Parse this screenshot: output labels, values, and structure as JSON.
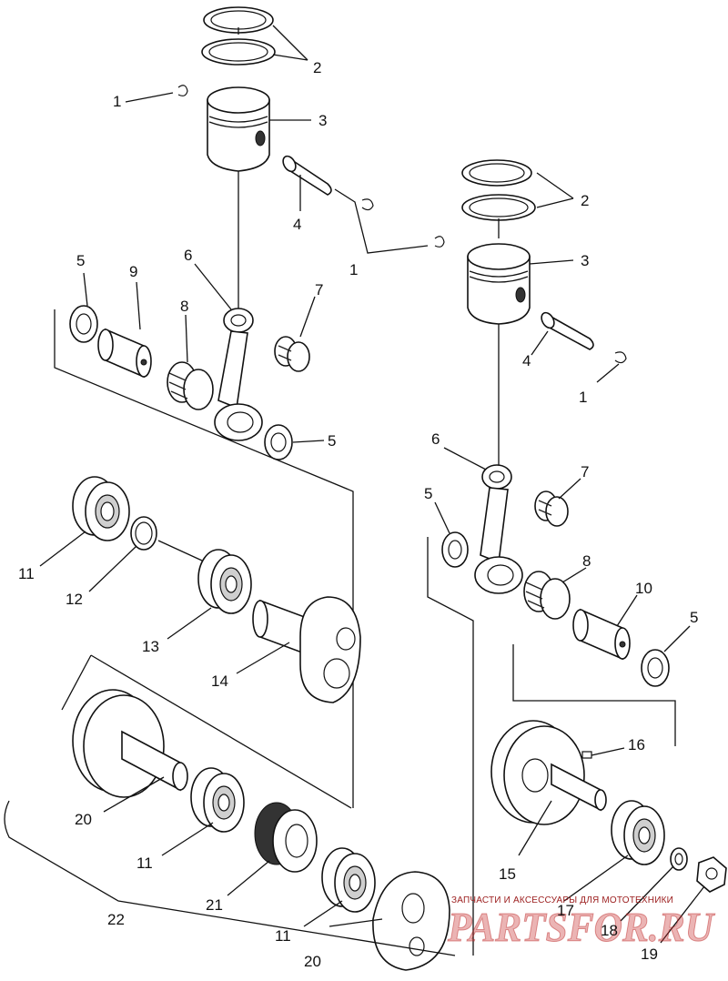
{
  "callouts": {
    "c1a": "1",
    "c1b": "1",
    "c1c": "1",
    "c2a": "2",
    "c2b": "2",
    "c3a": "3",
    "c3b": "3",
    "c4a": "4",
    "c4b": "4",
    "c5a": "5",
    "c5b": "5",
    "c5c": "5",
    "c5d": "5",
    "c6a": "6",
    "c6b": "6",
    "c7a": "7",
    "c7b": "7",
    "c8a": "8",
    "c8b": "8",
    "c9": "9",
    "c10": "10",
    "c11a": "11",
    "c11b": "11",
    "c11c": "11",
    "c12": "12",
    "c13": "13",
    "c14": "14",
    "c15": "15",
    "c16": "16",
    "c17": "17",
    "c18": "18",
    "c19": "19",
    "c20a": "20",
    "c20b": "20",
    "c21": "21",
    "c22": "22"
  },
  "watermark": {
    "tagline": "ЗАПЧАСТИ И АКСЕССУАРЫ ДЛЯ МОТОТЕХНИКИ",
    "logo": "PARTSFOR.RU"
  }
}
